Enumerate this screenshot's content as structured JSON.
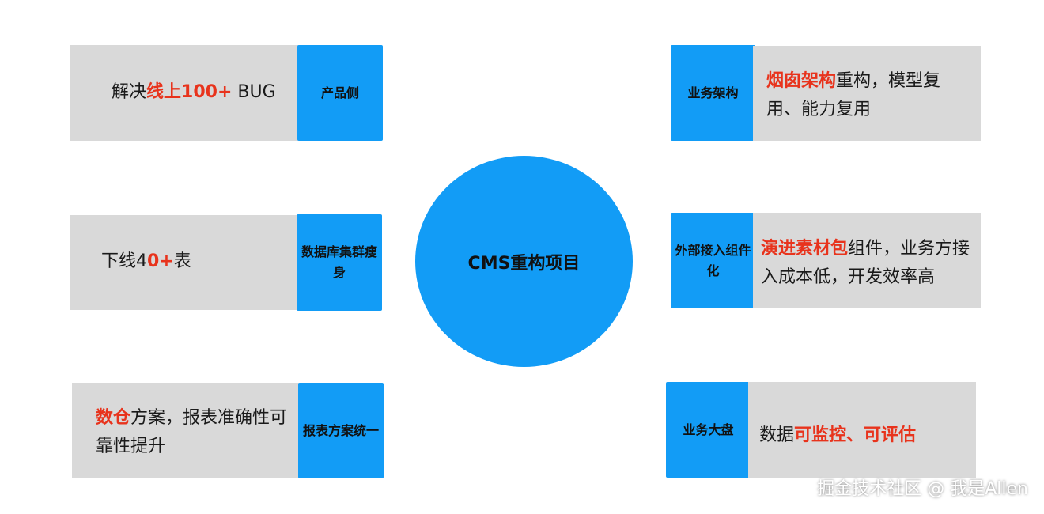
{
  "center": {
    "label": "CMS重构项目"
  },
  "left_items": [
    {
      "tag": "产品侧",
      "text": [
        {
          "t": "解决"
        },
        {
          "t": "线上100+",
          "hl": true
        },
        {
          "t": " BUG"
        }
      ]
    },
    {
      "tag": "数据库集群瘦身",
      "text": [
        {
          "t": "下线4"
        },
        {
          "t": "0+",
          "hl": true
        },
        {
          "t": "表"
        }
      ]
    },
    {
      "tag": "报表方案统一",
      "text": [
        {
          "t": "数仓",
          "hl": true
        },
        {
          "t": "方案，报表准确性可靠性提升"
        }
      ]
    }
  ],
  "right_items": [
    {
      "tag": "业务架构",
      "text": [
        {
          "t": "烟囱架构",
          "hl": true
        },
        {
          "t": "重构，模型复用、能力复用"
        }
      ]
    },
    {
      "tag": "外部接入组件化",
      "text": [
        {
          "t": "演进素材包",
          "hl": true
        },
        {
          "t": "组件，业务方接入成本低，开发效率高"
        }
      ]
    },
    {
      "tag": "业务大盘",
      "text": [
        {
          "t": "数据"
        },
        {
          "t": "可监控、可评估",
          "hl": true
        }
      ]
    }
  ],
  "watermark": "掘金技术社区 @ 我是Allen",
  "colors": {
    "accent_blue": "#129cf6",
    "highlight_red": "#e8331c",
    "card_gray": "#d9d9d9"
  }
}
